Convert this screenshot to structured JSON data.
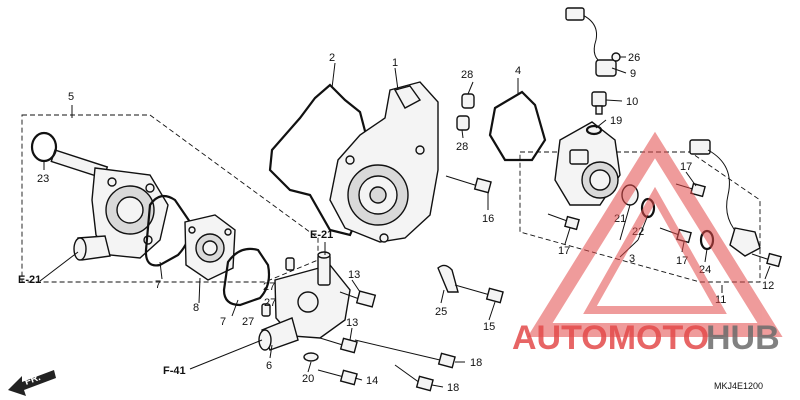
{
  "diagram": {
    "callouts": [
      "1",
      "2",
      "3",
      "4",
      "5",
      "6",
      "7",
      "7",
      "8",
      "9",
      "10",
      "11",
      "12",
      "13",
      "13",
      "14",
      "15",
      "16",
      "17",
      "17",
      "17",
      "18",
      "18",
      "19",
      "20",
      "21",
      "22",
      "23",
      "24",
      "25",
      "26",
      "27",
      "27",
      "27",
      "28",
      "28"
    ],
    "references": {
      "e21_left": "E-21",
      "e21_top": "E-21",
      "f41": "F-41"
    },
    "front_arrow": "FR.",
    "diagram_code": "MKJ4E1200"
  },
  "watermark": {
    "word_red": "AUTOMOTO",
    "word_gray": "HUB",
    "colors": {
      "red": "#e34a4a",
      "gray": "#6b6b6b"
    }
  }
}
